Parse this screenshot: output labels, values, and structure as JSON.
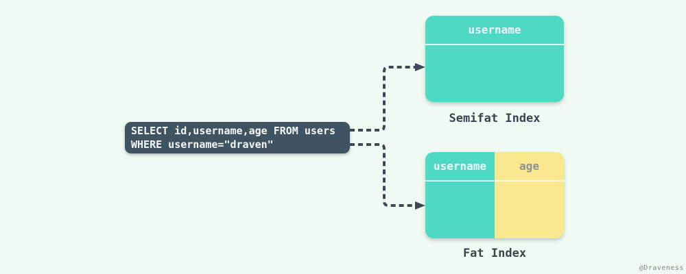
{
  "colors": {
    "background": "#F0FBF3",
    "teal": "#4DD9C4",
    "yellow": "#FAE88F",
    "dark_slate_box": "#3F5460",
    "arrow": "#3B4A54",
    "label_text": "#37464F",
    "white_text": "#F2F7F7",
    "age_text": "#8D9297",
    "watermark_text": "#7A848E"
  },
  "sql_query": {
    "line1": "SELECT id,username,age FROM users",
    "line2": "WHERE username=\"draven\""
  },
  "semifat_index": {
    "header": "username",
    "label": "Semifat Index"
  },
  "fat_index": {
    "columns": [
      {
        "header": "username"
      },
      {
        "header": "age"
      }
    ],
    "label": "Fat Index"
  },
  "watermark": "@Draveness"
}
